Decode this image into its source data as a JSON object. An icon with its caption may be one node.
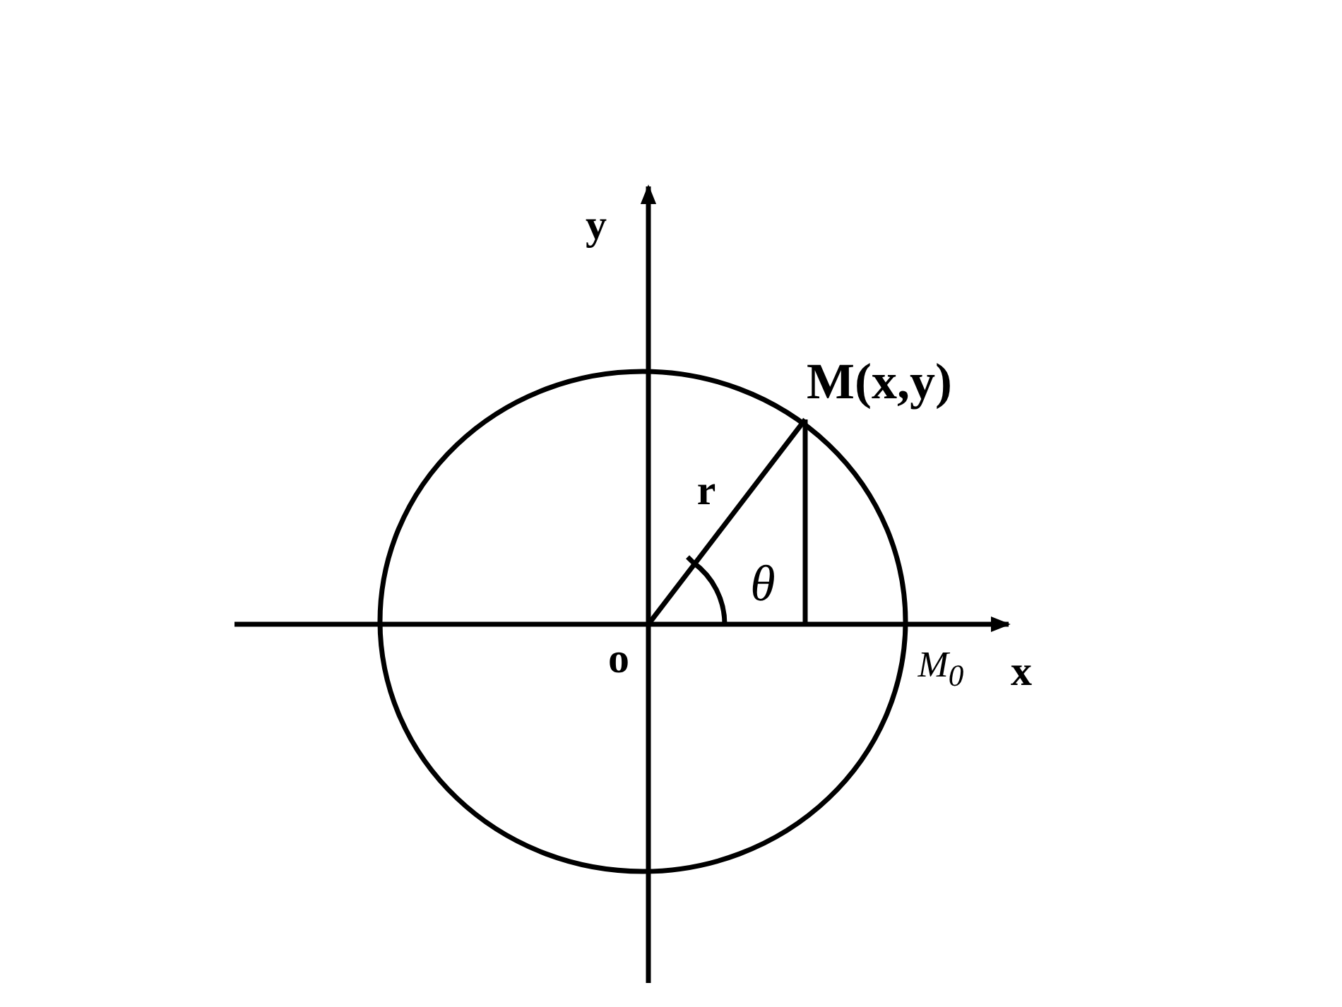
{
  "diagram": {
    "labels": [
      "y",
      "M(x,y)",
      "r",
      "θ",
      "o",
      "M$_{0}$",
      "x"
    ]
  }
}
